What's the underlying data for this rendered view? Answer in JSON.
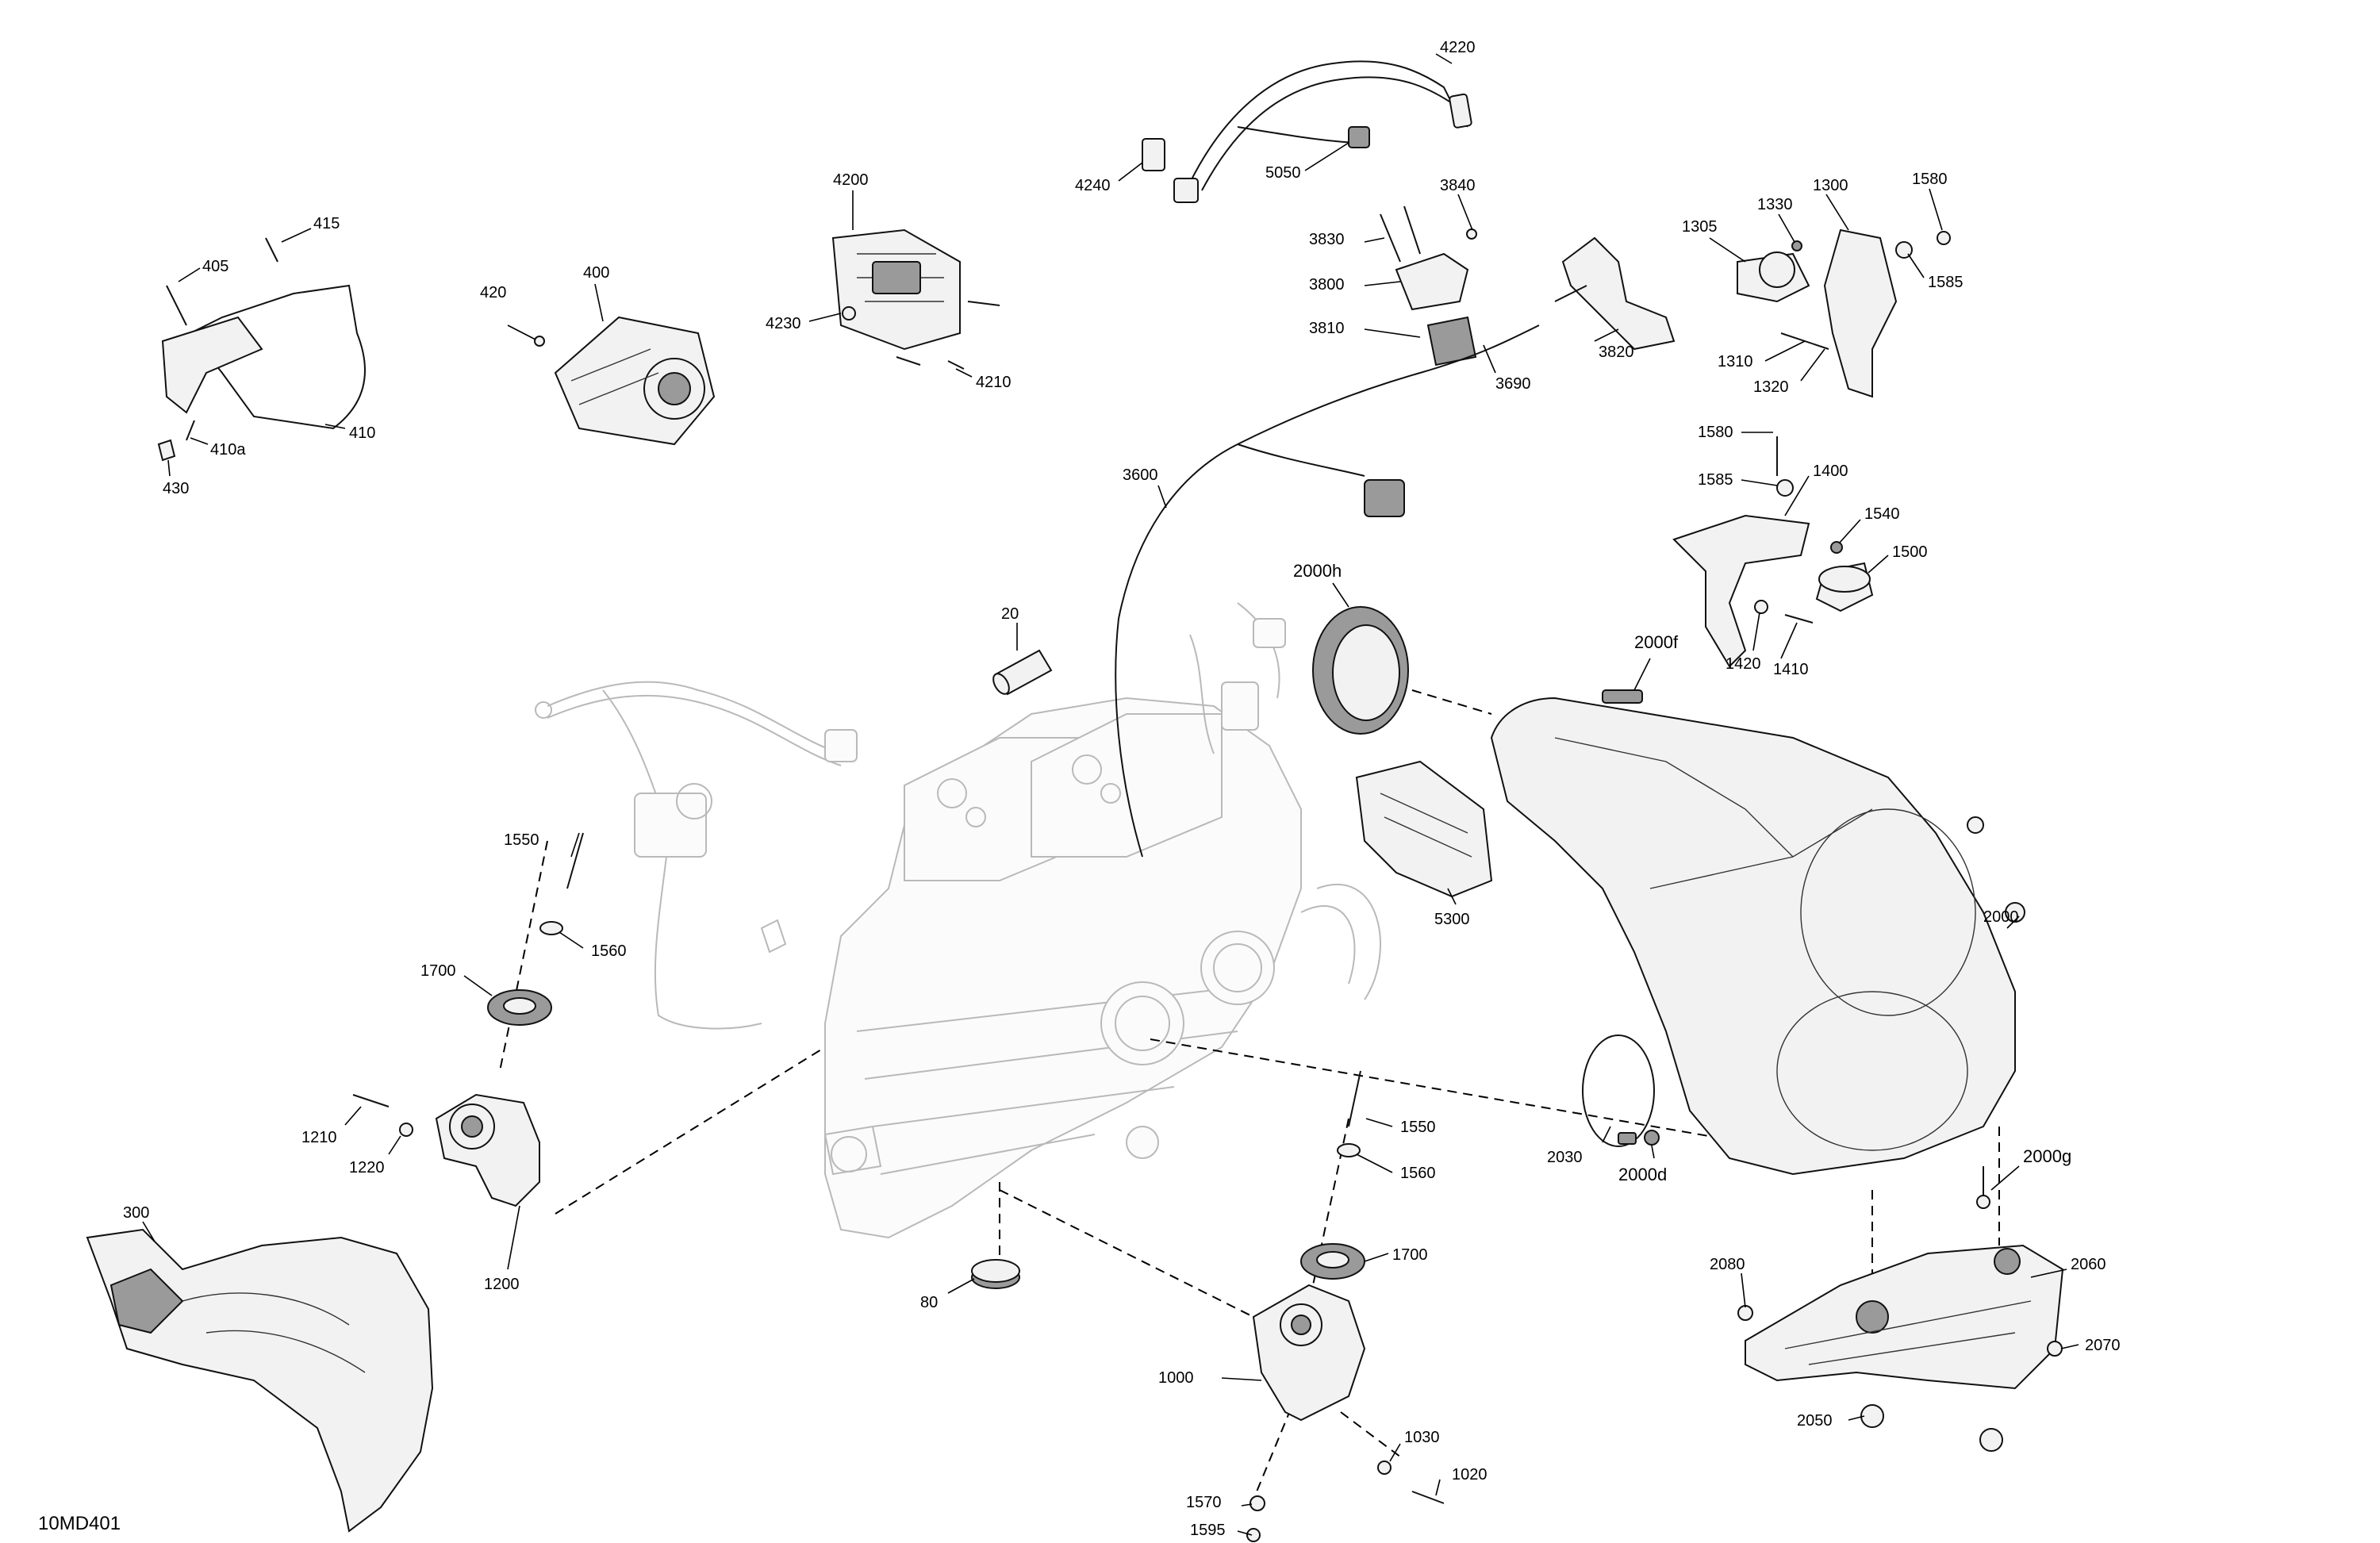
{
  "drawing_ref": "10MD401",
  "callouts": [
    {
      "id": "c4220",
      "text": "4220"
    },
    {
      "id": "c4240",
      "text": "4240"
    },
    {
      "id": "c5050",
      "text": "5050"
    },
    {
      "id": "c4200",
      "text": "4200"
    },
    {
      "id": "c4230",
      "text": "4230"
    },
    {
      "id": "c4210",
      "text": "4210"
    },
    {
      "id": "c415",
      "text": "415"
    },
    {
      "id": "c405",
      "text": "405"
    },
    {
      "id": "c410",
      "text": "410"
    },
    {
      "id": "c410a",
      "text": "410a"
    },
    {
      "id": "c430",
      "text": "430"
    },
    {
      "id": "c420",
      "text": "420"
    },
    {
      "id": "c400",
      "text": "400"
    },
    {
      "id": "c3840",
      "text": "3840"
    },
    {
      "id": "c3830",
      "text": "3830"
    },
    {
      "id": "c3800",
      "text": "3800"
    },
    {
      "id": "c3810",
      "text": "3810"
    },
    {
      "id": "c3820",
      "text": "3820"
    },
    {
      "id": "c3690",
      "text": "3690"
    },
    {
      "id": "c3600",
      "text": "3600"
    },
    {
      "id": "c1300",
      "text": "1300"
    },
    {
      "id": "c1330",
      "text": "1330"
    },
    {
      "id": "c1305",
      "text": "1305"
    },
    {
      "id": "c1580a",
      "text": "1580"
    },
    {
      "id": "c1585a",
      "text": "1585"
    },
    {
      "id": "c1310",
      "text": "1310"
    },
    {
      "id": "c1320",
      "text": "1320"
    },
    {
      "id": "c1580b",
      "text": "1580"
    },
    {
      "id": "c1585b",
      "text": "1585"
    },
    {
      "id": "c1400",
      "text": "1400"
    },
    {
      "id": "c1540",
      "text": "1540"
    },
    {
      "id": "c1500",
      "text": "1500"
    },
    {
      "id": "c1420",
      "text": "1420"
    },
    {
      "id": "c1410",
      "text": "1410"
    },
    {
      "id": "c2000h",
      "text": "2000h"
    },
    {
      "id": "c2000f",
      "text": "2000f"
    },
    {
      "id": "c20",
      "text": "20"
    },
    {
      "id": "c5300",
      "text": "5300"
    },
    {
      "id": "c2000",
      "text": "2000"
    },
    {
      "id": "c1550a",
      "text": "1550"
    },
    {
      "id": "c1560a",
      "text": "1560"
    },
    {
      "id": "c1700a",
      "text": "1700"
    },
    {
      "id": "c1210",
      "text": "1210"
    },
    {
      "id": "c1220",
      "text": "1220"
    },
    {
      "id": "c1200",
      "text": "1200"
    },
    {
      "id": "c300",
      "text": "300"
    },
    {
      "id": "c2030",
      "text": "2030"
    },
    {
      "id": "c2000d",
      "text": "2000d"
    },
    {
      "id": "c2000g",
      "text": "2000g"
    },
    {
      "id": "c1550b",
      "text": "1550"
    },
    {
      "id": "c1560b",
      "text": "1560"
    },
    {
      "id": "c1700b",
      "text": "1700"
    },
    {
      "id": "c80",
      "text": "80"
    },
    {
      "id": "c1000",
      "text": "1000"
    },
    {
      "id": "c1030",
      "text": "1030"
    },
    {
      "id": "c1020",
      "text": "1020"
    },
    {
      "id": "c1570",
      "text": "1570"
    },
    {
      "id": "c1595",
      "text": "1595"
    },
    {
      "id": "c2080",
      "text": "2080"
    },
    {
      "id": "c2060",
      "text": "2060"
    },
    {
      "id": "c2070",
      "text": "2070"
    },
    {
      "id": "c2050",
      "text": "2050"
    }
  ]
}
